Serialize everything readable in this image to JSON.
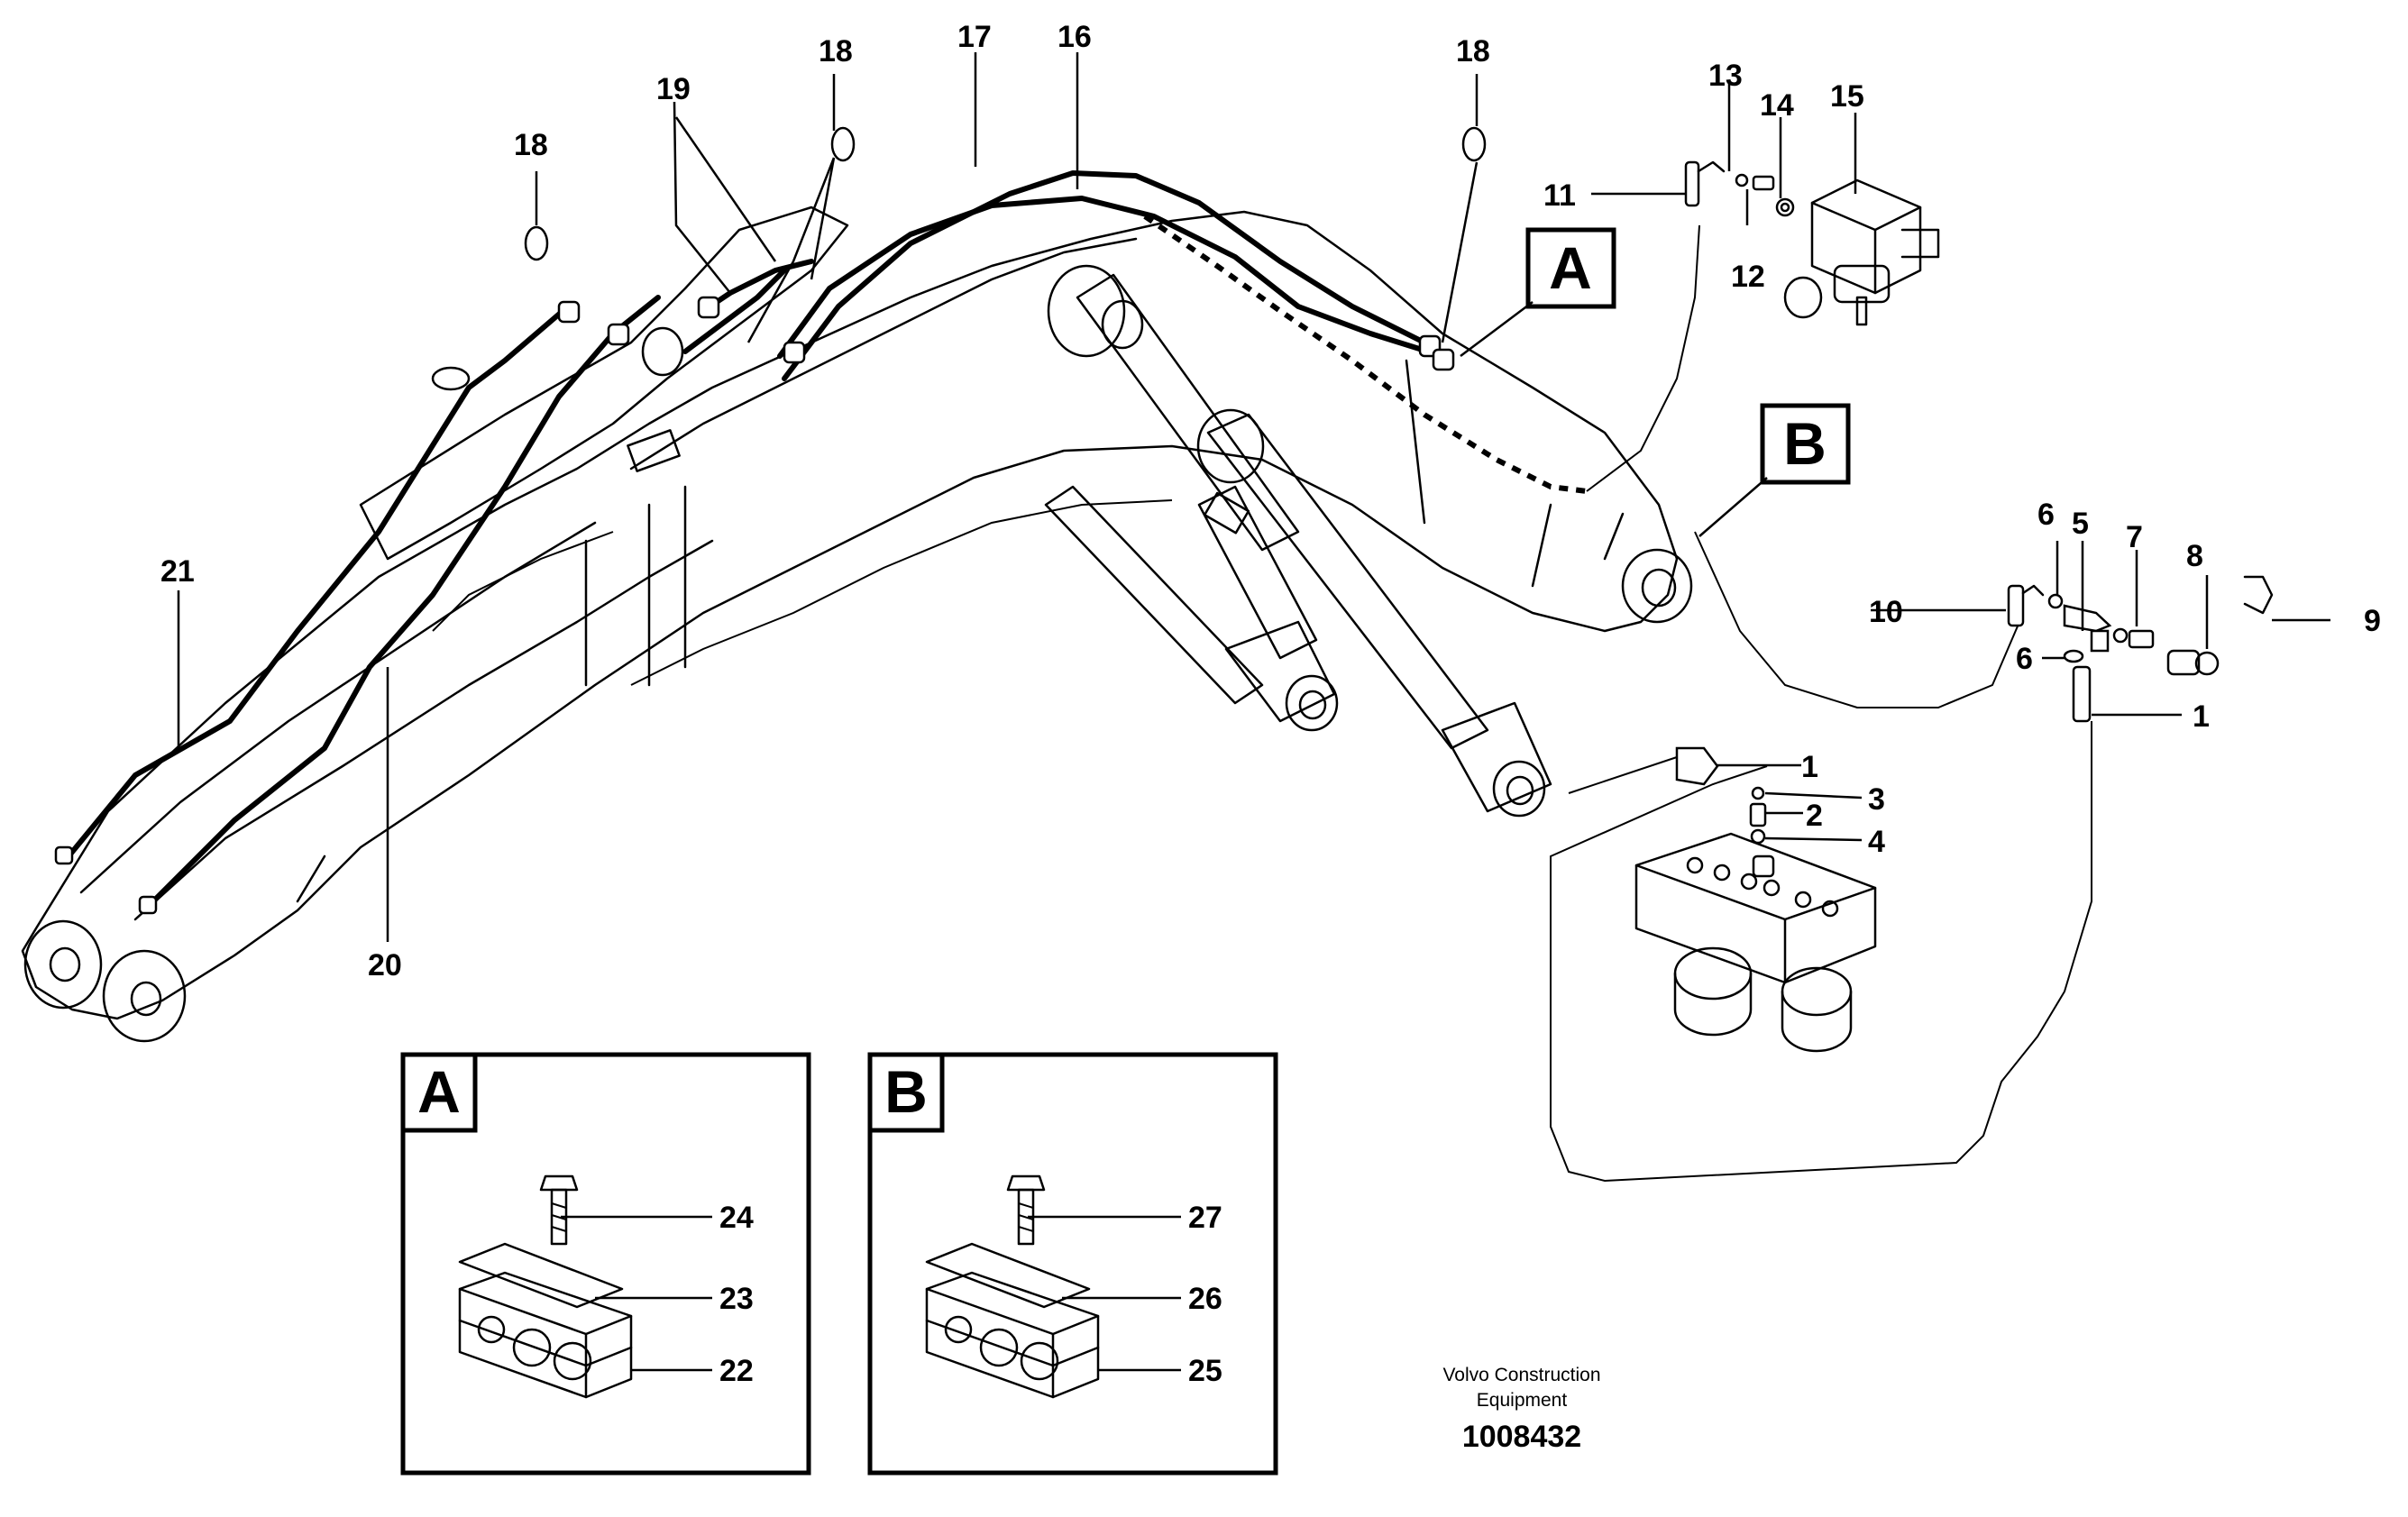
{
  "diagram": {
    "callouts": {
      "c1a": "1",
      "c1b": "1",
      "c2": "2",
      "c3": "3",
      "c4": "4",
      "c5": "5",
      "c6a": "6",
      "c6b": "6",
      "c7": "7",
      "c8": "8",
      "c9": "9",
      "c10": "10",
      "c11": "11",
      "c12": "12",
      "c13": "13",
      "c14": "14",
      "c15": "15",
      "c16": "16",
      "c17": "17",
      "c18a": "18",
      "c18b": "18",
      "c18c": "18",
      "c19": "19",
      "c20": "20",
      "c21": "21",
      "c22": "22",
      "c23": "23",
      "c24": "24",
      "c25": "25",
      "c26": "26",
      "c27": "27"
    },
    "view_labels": {
      "a_main": "A",
      "b_main": "B",
      "a_detail": "A",
      "b_detail": "B"
    },
    "credit": {
      "line1": "Volvo Construction",
      "line2": "Equipment",
      "part_number": "1008432"
    }
  }
}
